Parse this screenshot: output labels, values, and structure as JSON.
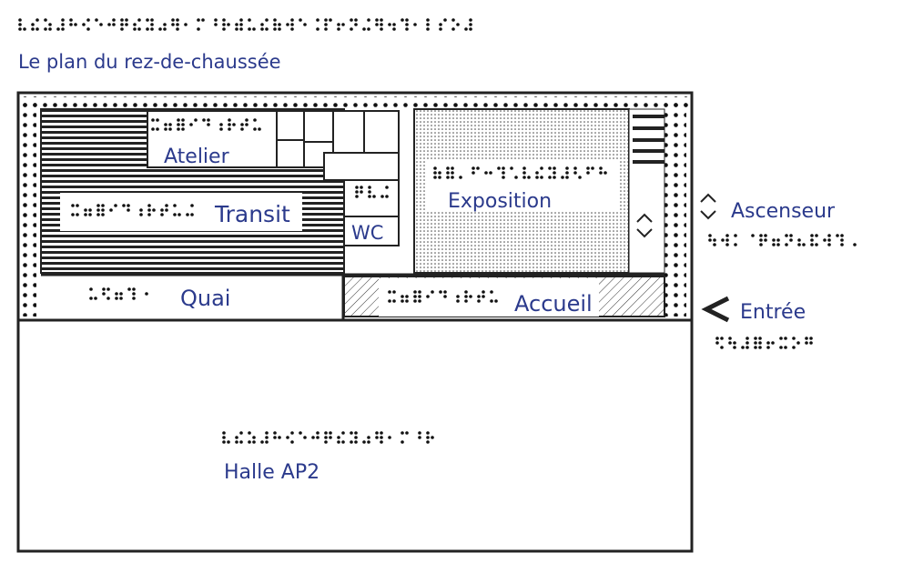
{
  "title": "Le plan du rez-de-chaussée",
  "rooms": {
    "atelier": "Atelier",
    "transit": "Transit",
    "wc": "WC",
    "exposition": "Exposition",
    "quai": "Quai",
    "accueil": "Accueil",
    "halle": "Halle AP2"
  },
  "legend": {
    "ascenseur": "Ascenseur",
    "entree": "Entrée"
  },
  "colors": {
    "label": "#2b3a8c",
    "ink": "#222222",
    "background": "#ffffff"
  },
  "icons": {
    "elevator": "elevator-icon",
    "entrance": "entrance-arrow-icon"
  }
}
